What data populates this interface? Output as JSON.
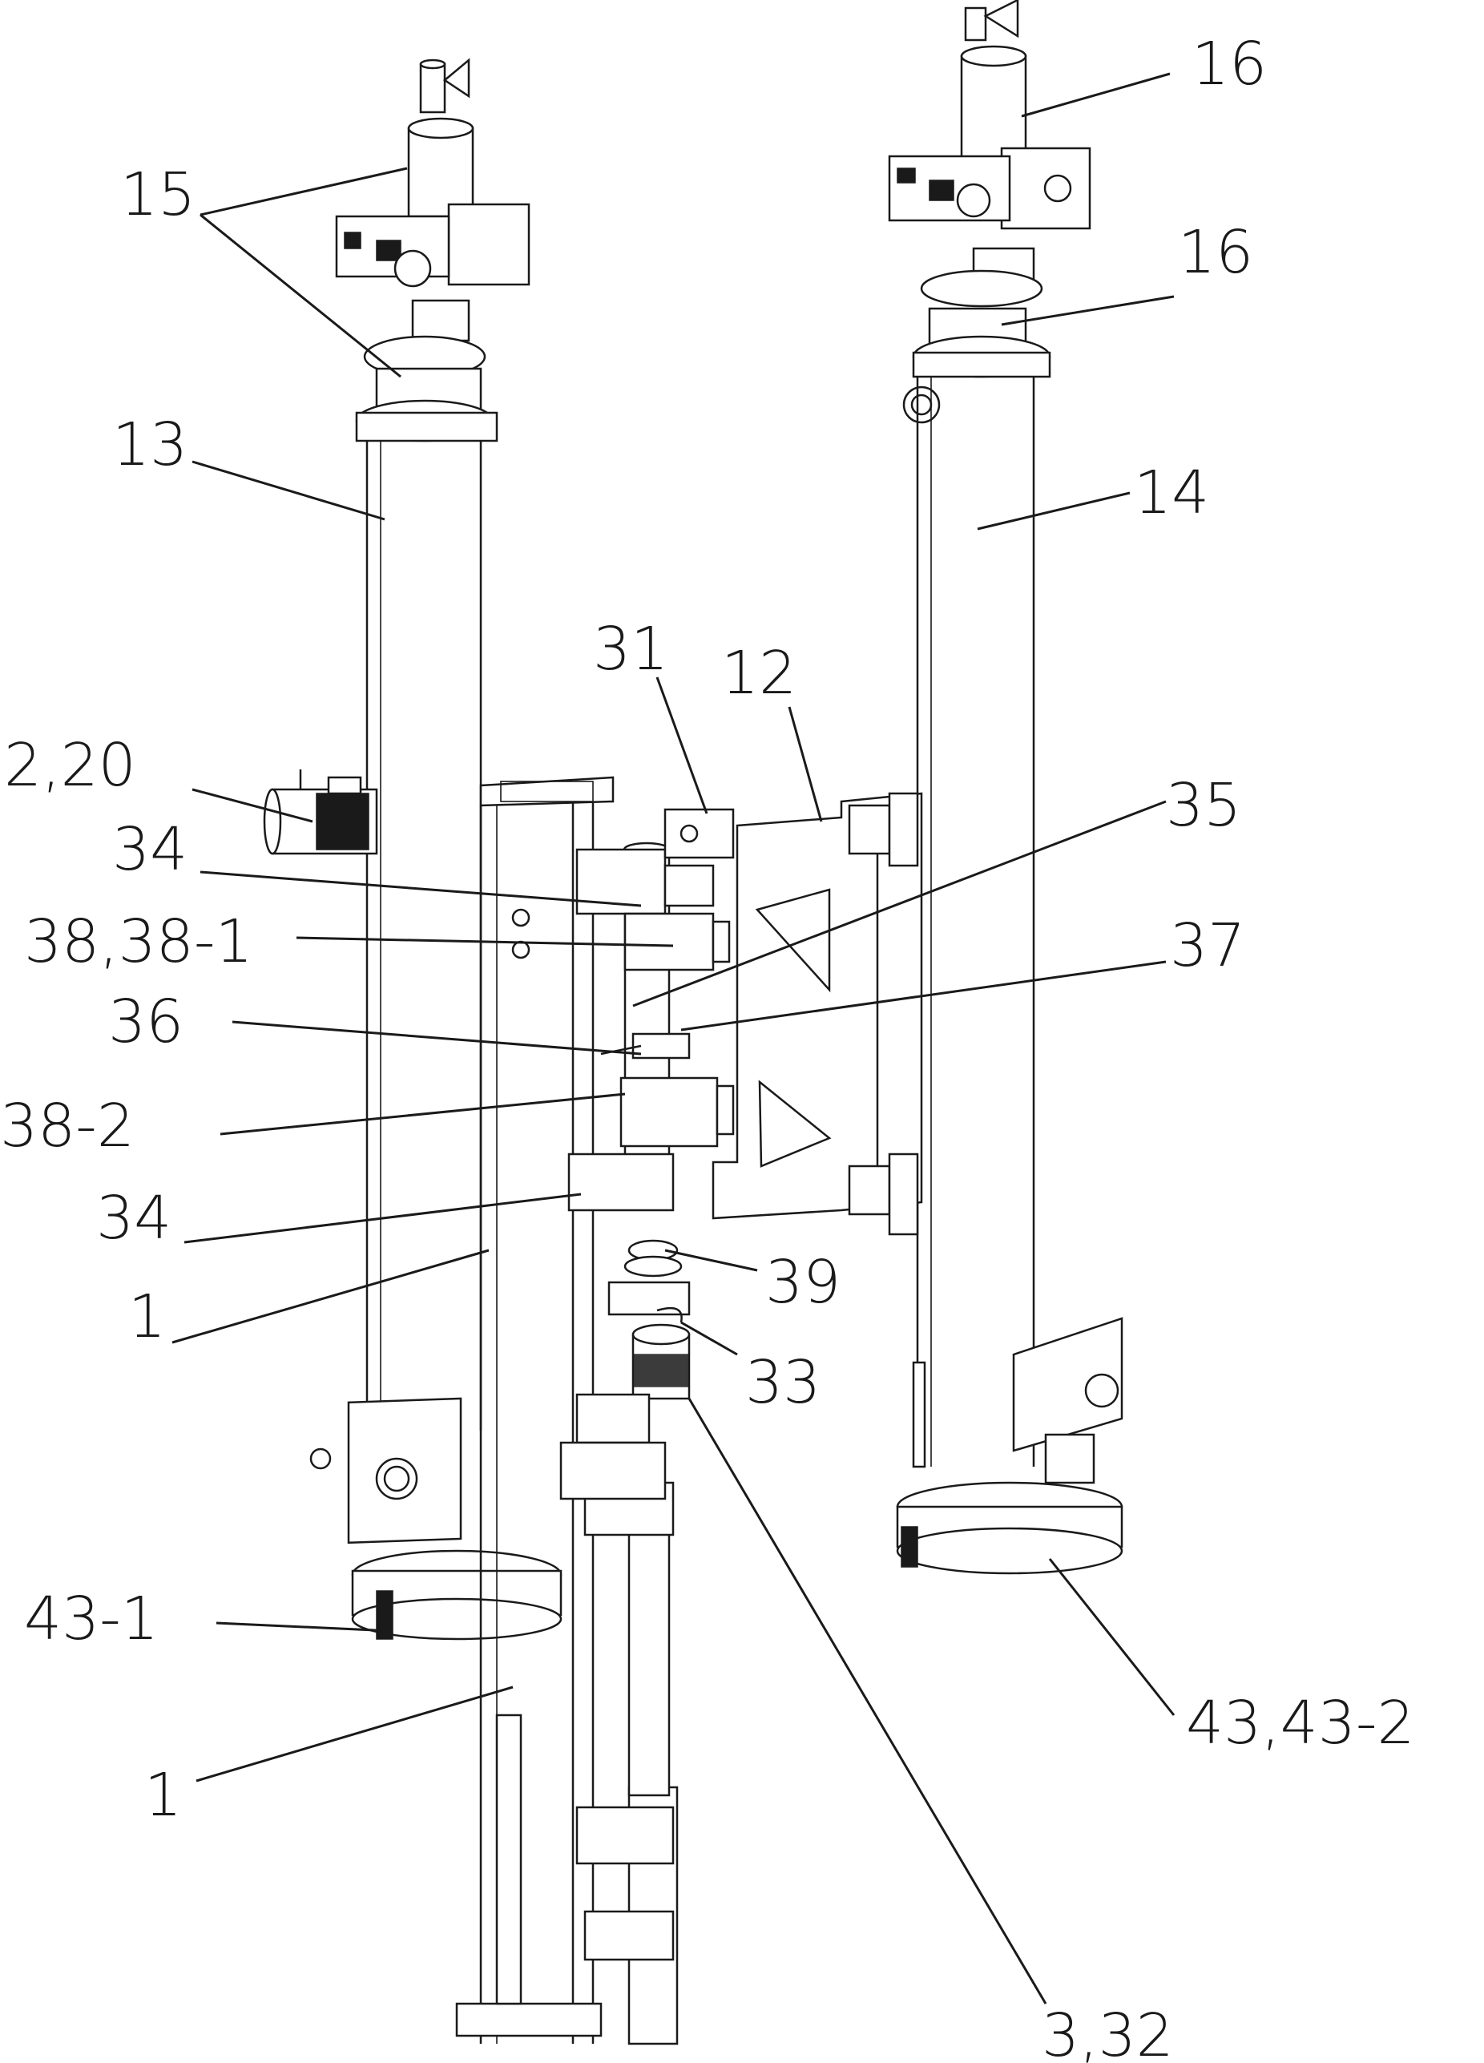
{
  "labels": {
    "l15": "15",
    "l16a": "16",
    "l16b": "16",
    "l13": "13",
    "l14": "14",
    "l31": "31",
    "l12": "12",
    "l2_20": "2,20",
    "l35": "35",
    "l34a": "34",
    "l38_38_1": "38,38-1",
    "l37": "37",
    "l36": "36",
    "l38_2": "38-2",
    "l34b": "34",
    "l39": "39",
    "l1a": "1",
    "l33": "33",
    "l43_1": "43-1",
    "l43_43_2": "43,43-2",
    "l1b": "1",
    "l3_32": "3,32"
  }
}
